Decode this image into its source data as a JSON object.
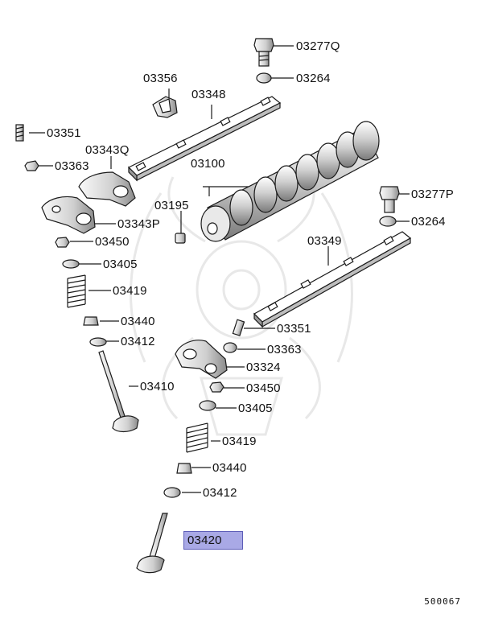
{
  "labels": {
    "p03277q": "03277Q",
    "p03264_top": "03264",
    "p03356": "03356",
    "p03348": "03348",
    "p03351_left": "03351",
    "p03343q": "03343Q",
    "p03363_left": "03363",
    "p03100": "03100",
    "p03195": "03195",
    "p03277p": "03277P",
    "p03343p": "03343P",
    "p03264_right": "03264",
    "p03450_left": "03450",
    "p03349": "03349",
    "p03405_left": "03405",
    "p03419_left": "03419",
    "p03440_left": "03440",
    "p03351_right": "03351",
    "p03412_left": "03412",
    "p03363_right": "03363",
    "p03324": "03324",
    "p03410": "03410",
    "p03450_right": "03450",
    "p03405_right": "03405",
    "p03419_right": "03419",
    "p03440_right": "03440",
    "p03412_right": "03412",
    "p03420": "03420"
  },
  "diagram_code": "500067",
  "colors": {
    "highlight": "#a9a9e6",
    "highlight_border": "#5d5db8",
    "line": "#1a1a1a",
    "watermark": "#e6e6e6"
  }
}
